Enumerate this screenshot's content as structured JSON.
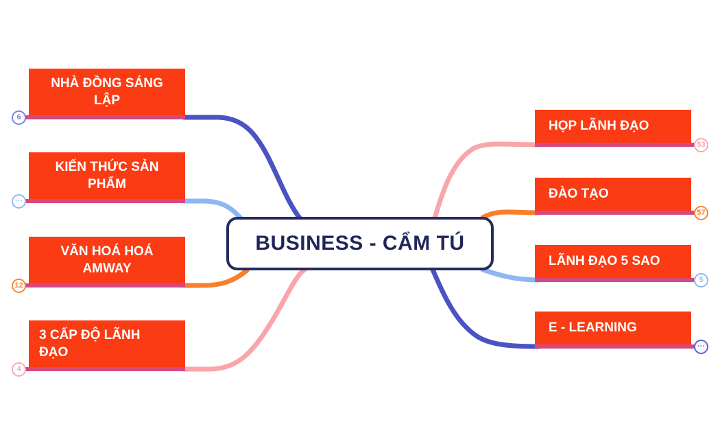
{
  "center": {
    "label": "BUSINESS - CẨM TÚ"
  },
  "colors": {
    "canvas": "#FFFFFF",
    "node_fill": "#FB3B14",
    "node_text": "#FFFFFF",
    "node_underline": "#D6497E",
    "center_bg": "#FFFFFF",
    "center_border": "#252B5E",
    "center_text": "#20265A"
  },
  "left_branches": [
    {
      "label": "NHÀ ĐỒNG SÁNG LẬP",
      "badge": "6",
      "color": "#4B53C3",
      "badge_color": "#7A80E8"
    },
    {
      "label": "KIẾN THỨC SẢN PHẨM",
      "badge": "···",
      "color": "#8DB7F2",
      "badge_color": "#8FB9F4"
    },
    {
      "label": "VĂN HOÁ HOÁ AMWAY",
      "badge": "12",
      "color": "#F8802B",
      "badge_color": "#F8862F"
    },
    {
      "label": "3 CẤP ĐỘ LÃNH ĐẠO",
      "badge": "4",
      "color": "#F9A6AA",
      "badge_color": "#F9ABAF"
    }
  ],
  "right_branches": [
    {
      "label": "HỌP LÃNH ĐẠO",
      "badge": "53",
      "color": "#F9A6AA",
      "badge_color": "#F9ABAF"
    },
    {
      "label": "ĐÀO TẠO",
      "badge": "57",
      "color": "#F8802B",
      "badge_color": "#F8862F"
    },
    {
      "label": "LÃNH ĐẠO 5 SAO",
      "badge": "5",
      "color": "#8DB7F2",
      "badge_color": "#8FB9F4"
    },
    {
      "label": "E - LEARNING",
      "badge": "···",
      "color": "#4B53C3",
      "badge_color": "#5A61D2"
    }
  ]
}
